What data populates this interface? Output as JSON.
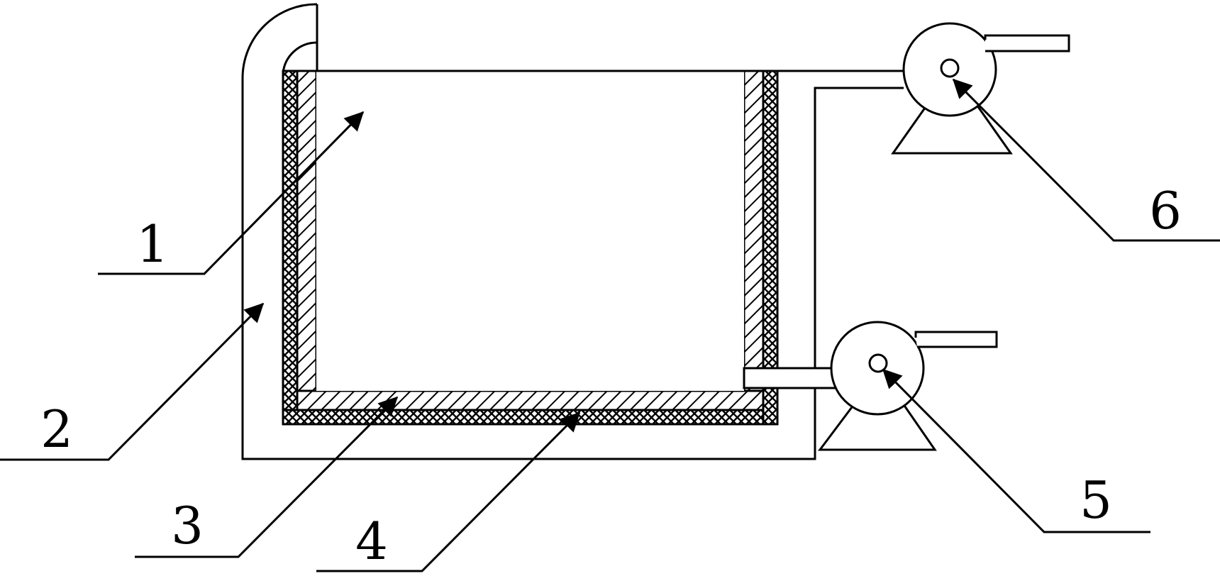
{
  "colors": {
    "stroke": "#000000",
    "background": "#ffffff"
  },
  "labels": [
    {
      "id": "1",
      "text": "1"
    },
    {
      "id": "2",
      "text": "2"
    },
    {
      "id": "3",
      "text": "3"
    },
    {
      "id": "4",
      "text": "4"
    },
    {
      "id": "5",
      "text": "5"
    },
    {
      "id": "6",
      "text": "6"
    }
  ]
}
